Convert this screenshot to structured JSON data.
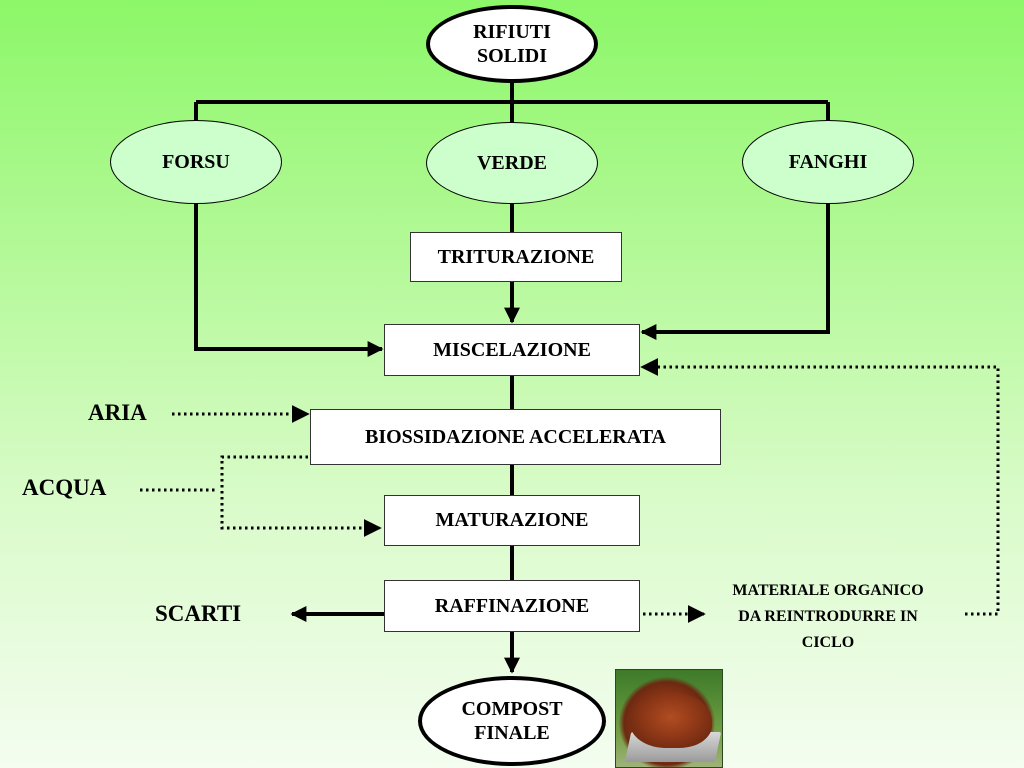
{
  "diagram": {
    "nodes": {
      "rifiuti_solidi": "RIFIUTI\nSOLIDI",
      "forsu": "FORSU",
      "verde": "VERDE",
      "fanghi": "FANGHI",
      "triturazione": "TRITURAZIONE",
      "miscelazione": "MISCELAZIONE",
      "biossidazione": "BIOSSIDAZIONE ACCELERATA",
      "maturazione": "MATURAZIONE",
      "raffinazione": "RAFFINAZIONE",
      "compost_finale": "COMPOST\nFINALE"
    },
    "side_labels": {
      "aria": "ARIA",
      "acqua": "ACQUA",
      "scarti": "SCARTI",
      "materiale_organico": "MATERIALE ORGANICO\nDA REINTRODURRE IN\nCICLO"
    },
    "colors": {
      "background_top": "#8cf768",
      "background_bottom": "#f4fdf0",
      "ellipse_fill": "#ccffcc",
      "box_fill": "#ffffff",
      "line": "#000000"
    },
    "photo_icon": "compost-photo-icon"
  }
}
